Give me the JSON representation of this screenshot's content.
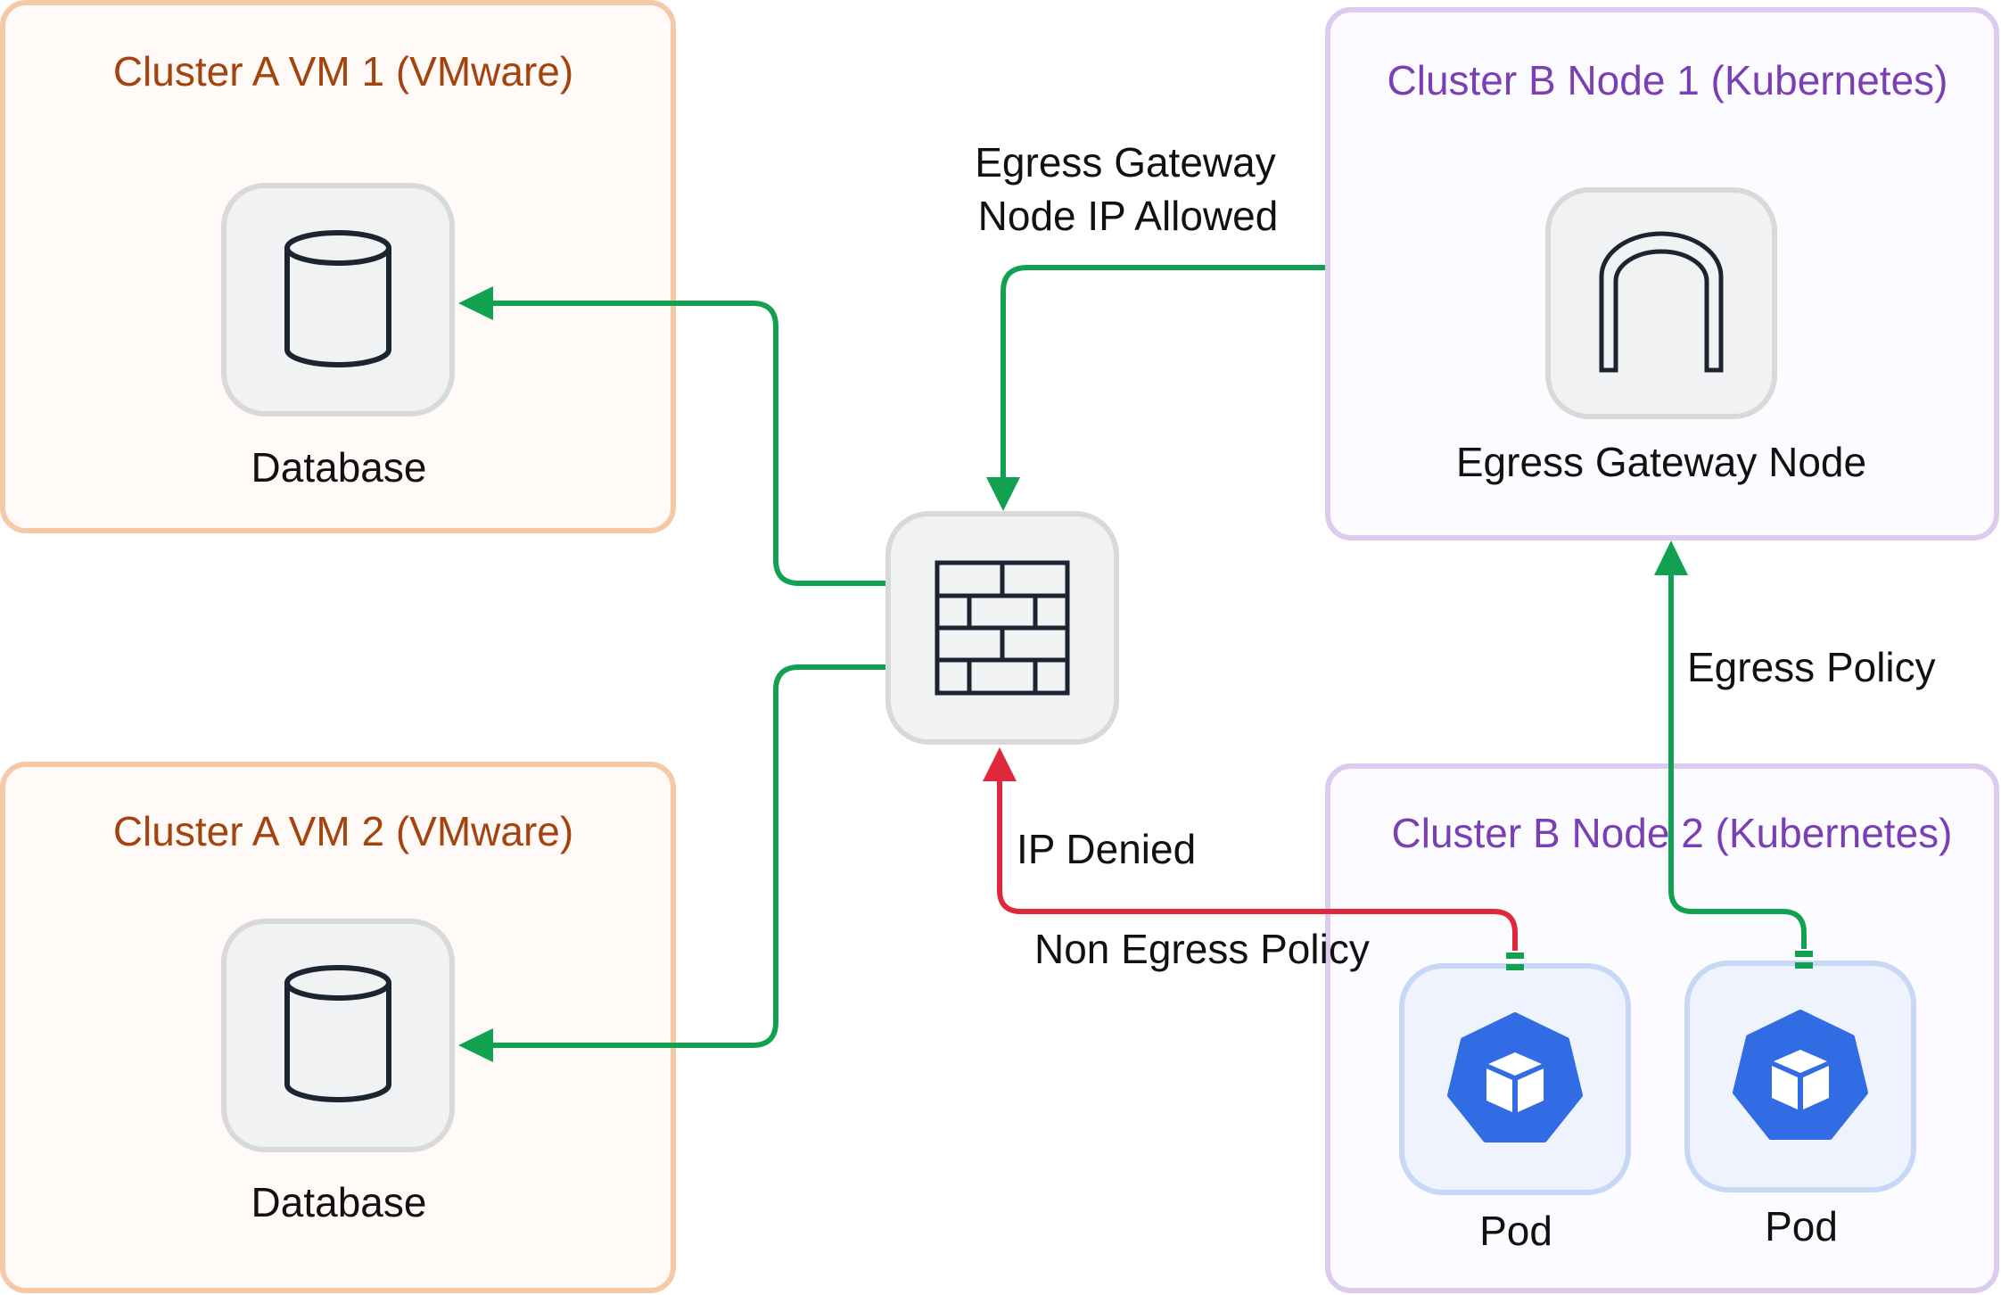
{
  "clusters": {
    "a_vm1": {
      "title": "Cluster A VM 1 (VMware)",
      "node_label": "Database",
      "icon": "database-icon"
    },
    "a_vm2": {
      "title": "Cluster A VM 2 (VMware)",
      "node_label": "Database",
      "icon": "database-icon"
    },
    "b_node1": {
      "title": "Cluster B Node 1 (Kubernetes)",
      "node_label": "Egress Gateway Node",
      "icon": "gateway-arch-icon"
    },
    "b_node2": {
      "title": "Cluster B Node 2 (Kubernetes)"
    }
  },
  "pods": [
    {
      "label": "Pod",
      "icon": "kubernetes-pod-icon"
    },
    {
      "label": "Pod",
      "icon": "kubernetes-pod-icon"
    }
  ],
  "firewall": {
    "icon": "firewall-icon"
  },
  "edges": {
    "gateway_to_firewall": {
      "label_line1": "Egress Gateway",
      "label_line2": "Node IP Allowed",
      "status": "allowed"
    },
    "firewall_to_db1": {
      "status": "allowed"
    },
    "firewall_to_db2": {
      "status": "allowed"
    },
    "pod1_to_firewall": {
      "label_top": "IP Denied",
      "label_bottom": "Non Egress Policy",
      "status": "denied"
    },
    "pod2_to_gateway": {
      "label": "Egress Policy",
      "status": "allowed"
    }
  },
  "colors": {
    "allowed": "#12a150",
    "denied": "#e0283c",
    "cluster_a_border": "#f6c9a6",
    "cluster_a_title": "#a3430e",
    "cluster_b_border": "#dccbec",
    "cluster_b_title": "#7a3fb5",
    "pod_blue": "#326ce5"
  }
}
